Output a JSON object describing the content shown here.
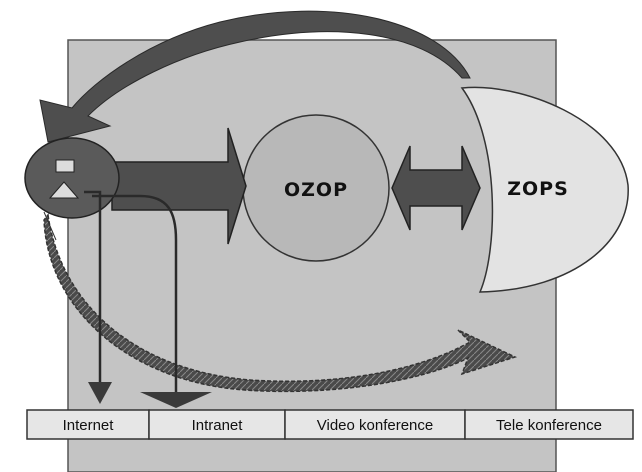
{
  "nodes": {
    "ozop": "OZOP",
    "zops": "ZOPS"
  },
  "channels": [
    "Internet",
    "Intranet",
    "Video konference",
    "Tele konference"
  ],
  "colors": {
    "panel": "#c4c4c4",
    "panel_border": "#555555",
    "ozop_fill": "#b8b8b8",
    "zops_fill": "#e3e3e3",
    "arrow_dark": "#4e4e4e",
    "user_fill": "#5a5a5a",
    "tab_fill": "#e6e6e6"
  }
}
